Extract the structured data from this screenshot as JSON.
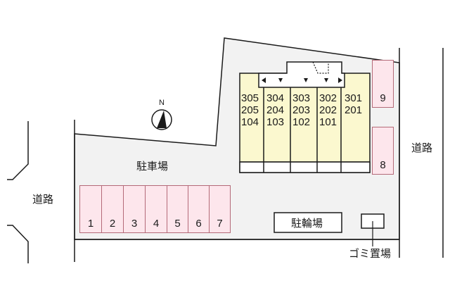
{
  "diagram": {
    "type": "site-plan",
    "labels": {
      "road_left": "道路",
      "road_right": "道路",
      "parking": "駐車場",
      "bicycle_parking": "駐輪場",
      "garbage": "ゴミ置場",
      "north": "N"
    },
    "building": {
      "columns": [
        {
          "units": [
            "305",
            "205",
            "104"
          ]
        },
        {
          "units": [
            "304",
            "204",
            "103"
          ]
        },
        {
          "units": [
            "303",
            "203",
            "102"
          ]
        },
        {
          "units": [
            "302",
            "202",
            "101"
          ]
        },
        {
          "units": [
            "301",
            "201"
          ]
        }
      ]
    },
    "parking_slots": [
      "1",
      "2",
      "3",
      "4",
      "5",
      "6",
      "7",
      "8",
      "9"
    ],
    "colors": {
      "lot": "#f2f2f2",
      "building": "#fbf8cf",
      "parking_slot": "#fde6ec",
      "parking_border": "#b46a78",
      "line": "#1a1a1a"
    }
  }
}
